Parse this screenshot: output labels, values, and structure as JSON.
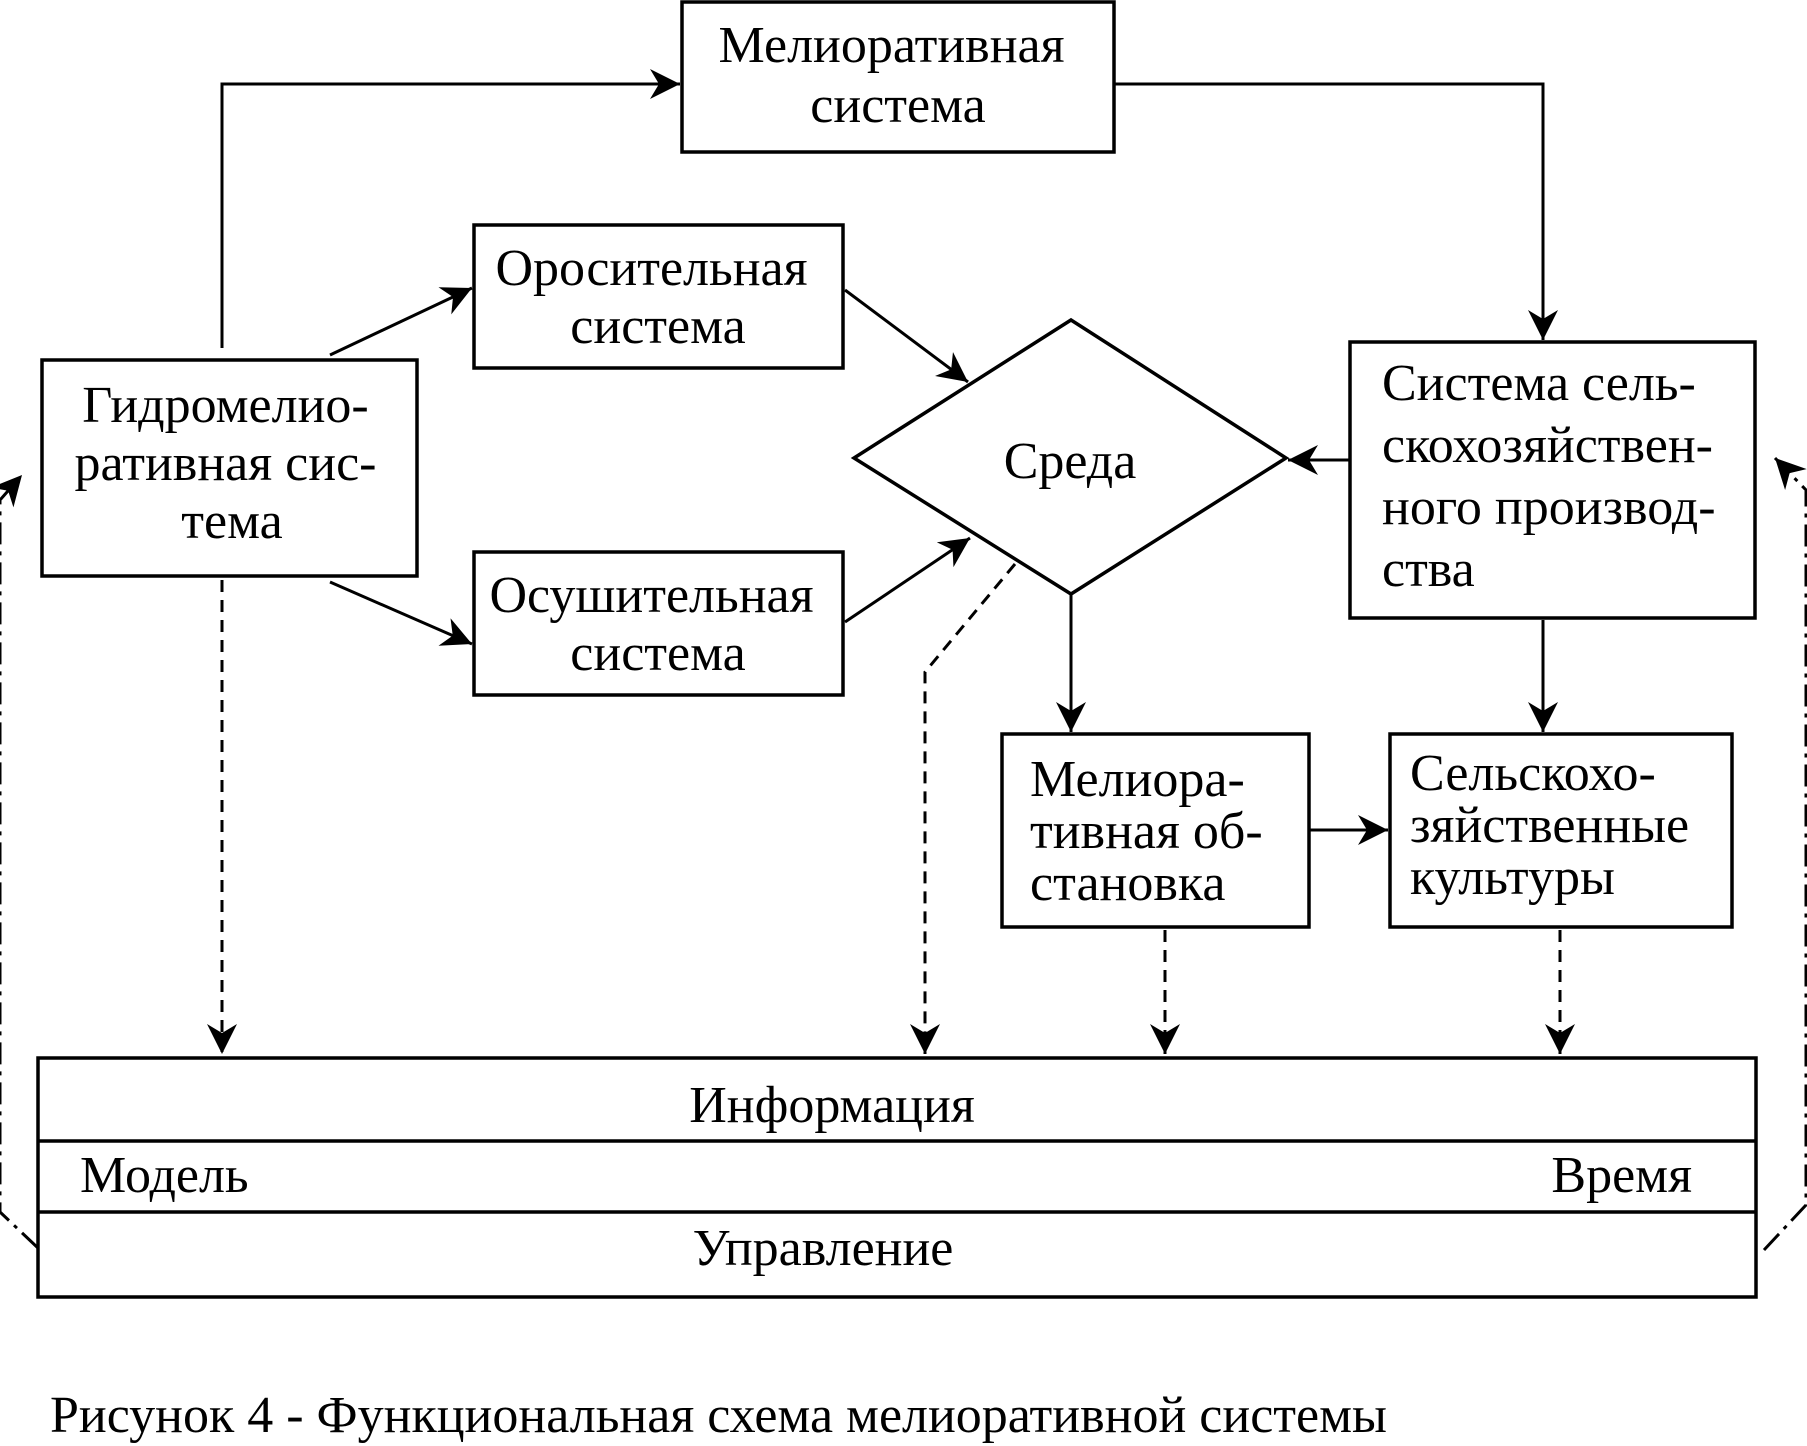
{
  "nodes": {
    "melioration_system": {
      "lines": [
        "Мелиоративная",
        "система"
      ]
    },
    "hydromelioration_system": {
      "lines": [
        "Гидромелио-",
        "ративная сис-",
        "тема"
      ]
    },
    "irrigation_system": {
      "lines": [
        "Оросительная",
        "система"
      ]
    },
    "drainage_system": {
      "lines": [
        "Осушительная",
        "система"
      ]
    },
    "environment": {
      "lines": [
        "Среда"
      ]
    },
    "agri_production_system": {
      "lines": [
        "Система сель-",
        "скохозяйствен-",
        "ного производ-",
        "ства"
      ]
    },
    "melioration_situation": {
      "lines": [
        "Мелиора-",
        "тивная об-",
        "становка"
      ]
    },
    "agri_crops": {
      "lines": [
        "Сельскохо-",
        "зяйственные",
        "культуры"
      ]
    }
  },
  "bottom_panel": {
    "information": "Информация",
    "model": "Модель",
    "time": "Время",
    "control": "Управление"
  },
  "caption": "Рисунок 4 - Функциональная схема мелиоративной системы"
}
